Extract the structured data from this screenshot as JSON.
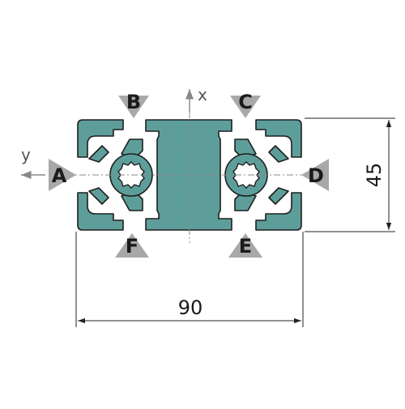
{
  "figure": {
    "side_labels": {
      "a": "A",
      "b": "B",
      "c": "C",
      "d": "D",
      "e": "E",
      "f": "F"
    },
    "axes": {
      "x": "x",
      "y": "y"
    },
    "dimensions": {
      "width": "90",
      "height": "45"
    },
    "colors": {
      "profile": "#5d9e9a",
      "profile_stroke": "#1e1e1e",
      "marker": "#a8a8a8",
      "axis": "#888888",
      "dimension": "#222222"
    }
  }
}
